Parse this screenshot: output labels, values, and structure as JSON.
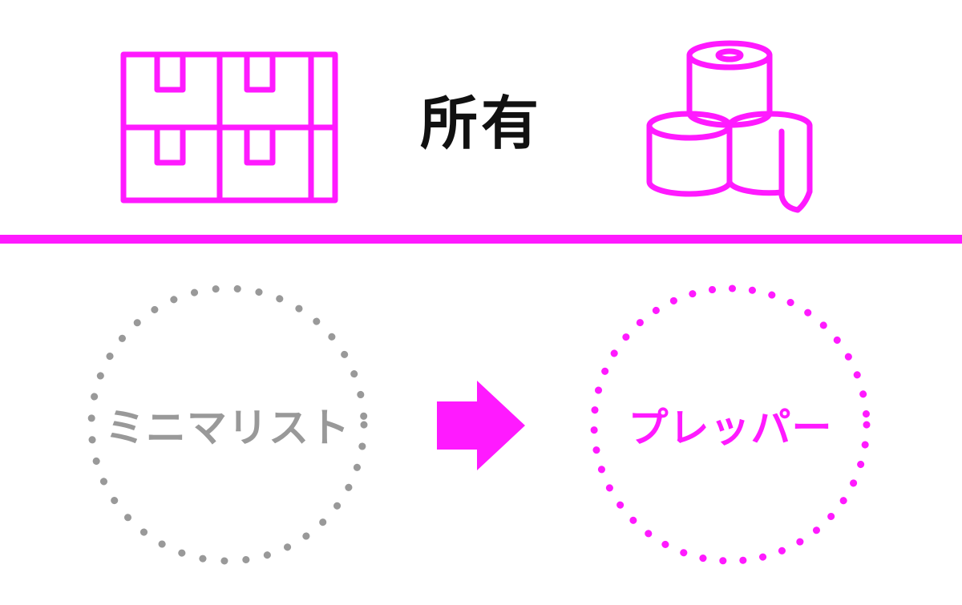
{
  "top": {
    "title": "所有",
    "left_icon": "shelf-boxes-icon",
    "right_icon": "toilet-paper-rolls-icon"
  },
  "bottom": {
    "from_label": "ミニマリスト",
    "to_label": "プレッパー",
    "transition_icon": "right-arrow-icon"
  },
  "colors": {
    "accent": "#ff1aff",
    "gray": "#999999",
    "text": "#111111",
    "background": "#ffffff"
  }
}
